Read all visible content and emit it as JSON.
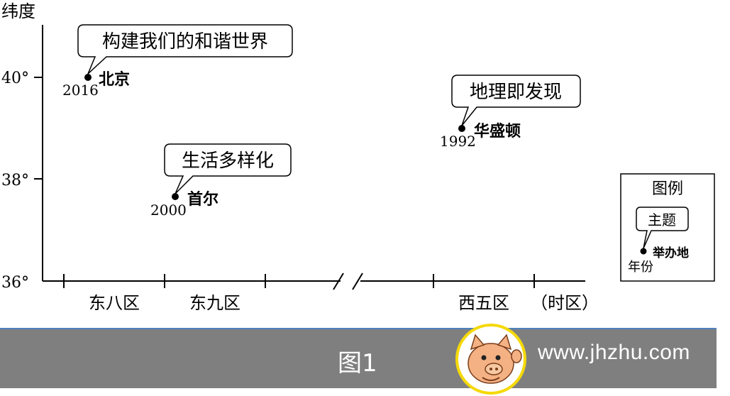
{
  "axis": {
    "y_title": "纬度",
    "y_ticks": [
      "40°",
      "38°",
      "36°"
    ],
    "x_categories": [
      "东八区",
      "东九区",
      "西五区"
    ],
    "x_unit": "（时区）"
  },
  "events": [
    {
      "city": "北京",
      "year": "2016",
      "theme": "构建我们的和谐世界"
    },
    {
      "city": "首尔",
      "year": "2000",
      "theme": "生活多样化"
    },
    {
      "city": "华盛顿",
      "year": "1992",
      "theme": "地理即发现"
    }
  ],
  "legend": {
    "title": "图例",
    "theme": "主题",
    "place": "举办地",
    "year": "年份"
  },
  "footer": {
    "caption": "图1",
    "site": "www.jhzhu.com"
  },
  "colors": {
    "footer_bg": "#7f7f7f",
    "footer_border": "#4f81bd",
    "mascot_ring": "#f5d90a",
    "mascot_pig": "#f4b183"
  }
}
